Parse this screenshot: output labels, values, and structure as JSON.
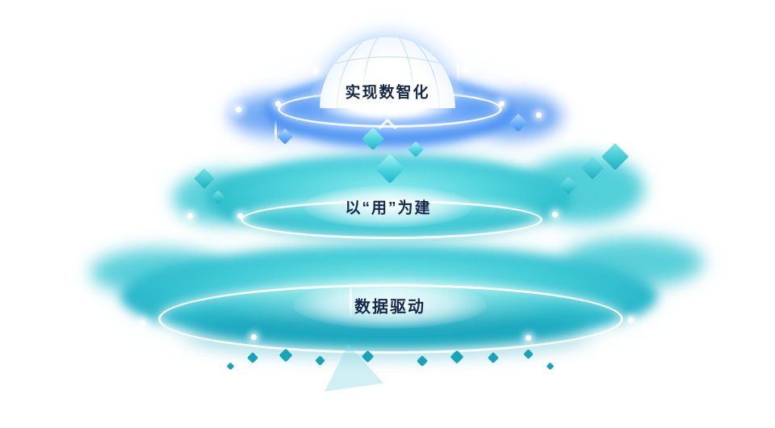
{
  "diagram": {
    "type": "layered-platform-pyramid",
    "tiers": [
      {
        "id": "top",
        "label": "实现数智化",
        "accent_color": "#3a87f0"
      },
      {
        "id": "middle",
        "label": "以“用”为建",
        "accent_color": "#2abbca"
      },
      {
        "id": "bottom",
        "label": "数据驱动",
        "accent_color": "#28b6c9"
      }
    ],
    "text_color": "#16294a",
    "edge_color": "#ffffff"
  }
}
